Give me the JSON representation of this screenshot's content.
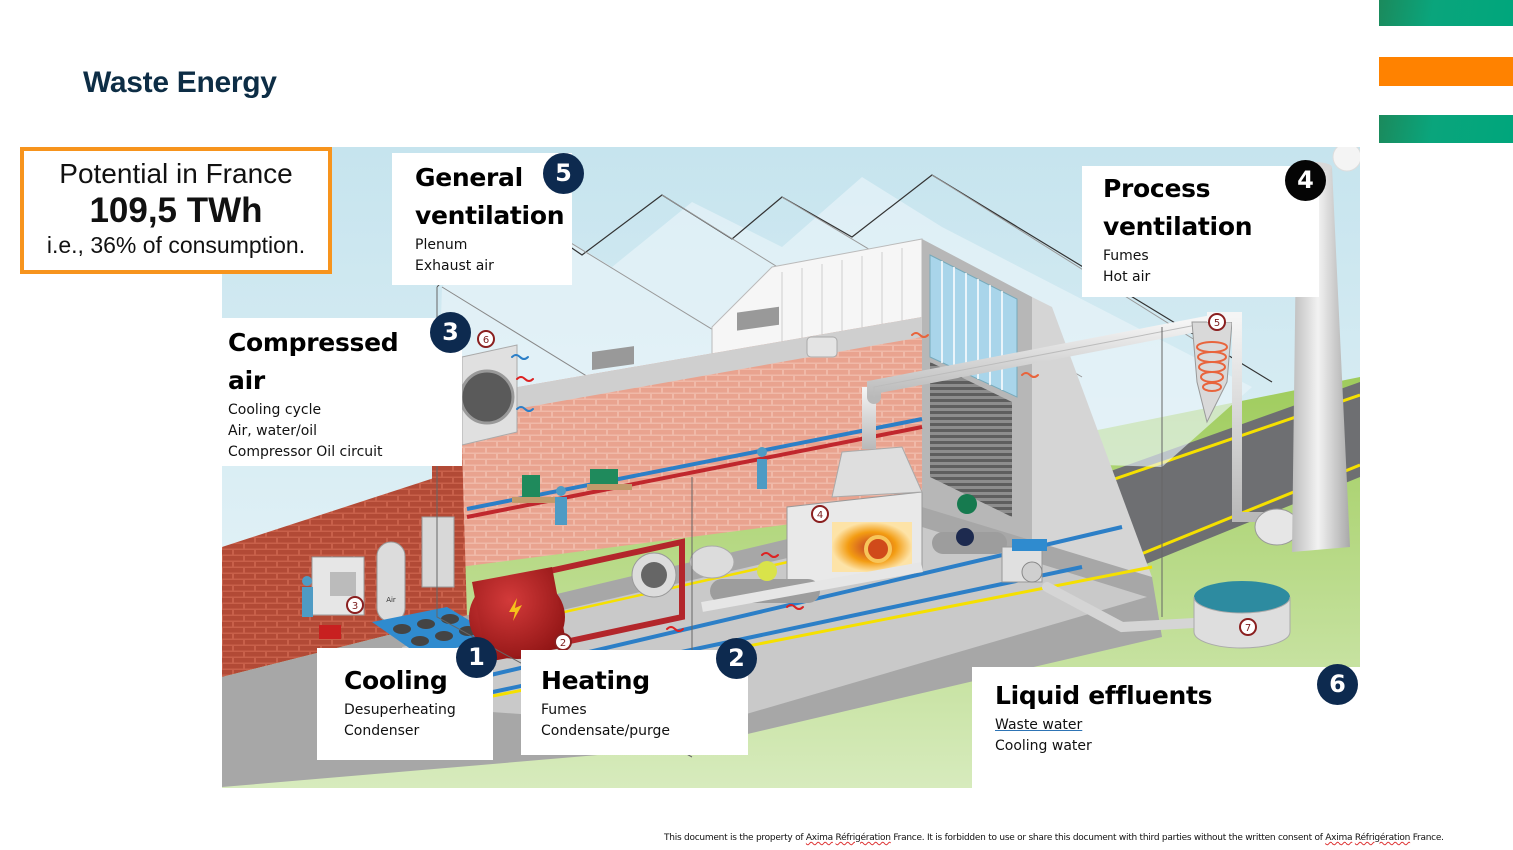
{
  "slide": {
    "title": "Waste Energy",
    "accent_colors": {
      "green": "#00a67c",
      "orange": "#ff8200",
      "title": "#0d2d45",
      "badge": "#0d2a4f"
    }
  },
  "potential": {
    "line1": "Potential in France",
    "value": "109,5 TWh",
    "line3": "i.e., 36% of consumption."
  },
  "callouts": [
    {
      "number": "1",
      "title": "Cooling",
      "items": [
        "Desuperheating",
        "Condenser"
      ]
    },
    {
      "number": "2",
      "title": "Heating",
      "items": [
        "Fumes",
        "Condensate/purge"
      ]
    },
    {
      "number": "3",
      "title_line1": "Compressed",
      "title_line2": "air",
      "items": [
        "Cooling cycle",
        "Air, water/oil",
        "Compressor Oil circuit"
      ]
    },
    {
      "number": "4",
      "title_line1": "Process",
      "title_line2": "ventilation",
      "items": [
        "Fumes",
        "Hot air"
      ]
    },
    {
      "number": "5",
      "title_line1": "General",
      "title_line2": "ventilation",
      "items": [
        "Plenum",
        "Exhaust air"
      ]
    },
    {
      "number": "6",
      "title": "Liquid effluents",
      "items": [
        "Waste water",
        "Cooling water"
      ]
    }
  ],
  "scene_markers": [
    "6",
    "3",
    "2",
    "4",
    "5",
    "7"
  ],
  "scene_labels": {
    "air_tank": "Air"
  },
  "footer": {
    "part1": "This document is the property of ",
    "brand_a": "Axima",
    "brand_b": "Réfrigération",
    "part2": " France. It is forbidden to use or share this document with third parties without the written consent of ",
    "part3": " France."
  }
}
